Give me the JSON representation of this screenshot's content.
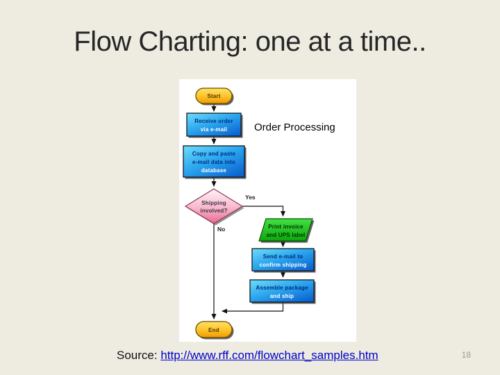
{
  "slide": {
    "title": "Flow Charting: one at a time..",
    "source_label": "Source: ",
    "source_link": "http://www.rff.com/flowchart_samples.htm",
    "page_number": "18"
  },
  "flowchart": {
    "heading": "Order Processing",
    "nodes": {
      "start": {
        "type": "terminator",
        "label": "Start"
      },
      "receive": {
        "type": "process",
        "line1": "Receive order",
        "line2": "via e-mail"
      },
      "copy": {
        "type": "process",
        "line1": "Copy and paste",
        "line2": "e-mail data into",
        "line3": "database"
      },
      "decision": {
        "type": "decision",
        "line1": "Shipping",
        "line2": "involved?"
      },
      "print": {
        "type": "input-output",
        "line1": "Print invoice",
        "line2": "and UPS label"
      },
      "send": {
        "type": "process",
        "line1": "Send e-mail to",
        "line2": "confirm shipping"
      },
      "assemble": {
        "type": "process",
        "line1": "Assemble package",
        "line2": "and ship"
      },
      "end": {
        "type": "terminator",
        "label": "End"
      }
    },
    "edges": {
      "yes_label": "Yes",
      "no_label": "No"
    },
    "colors": {
      "terminator_fill": "#FFC933",
      "process_fill": "#2BA6EE",
      "decision_fill": "#F4A0BC",
      "input_output_fill": "#22CC22",
      "connector": "#111111",
      "link": "#0000C8",
      "background": "#EEECE1"
    }
  }
}
